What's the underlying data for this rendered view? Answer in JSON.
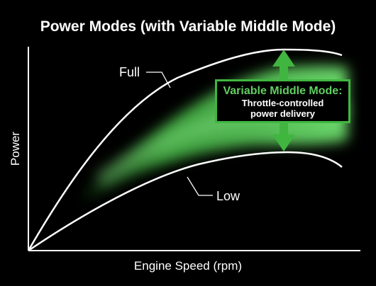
{
  "chart_data": {
    "type": "line",
    "title": "Power Modes (with Variable Middle Mode)",
    "xlabel": "Engine Speed (rpm)",
    "ylabel": "Power",
    "grid": false,
    "series": [
      {
        "name": "Full",
        "color": "#ffffff"
      },
      {
        "name": "Low",
        "color": "#ffffff"
      }
    ],
    "band": {
      "name": "Variable Middle Mode",
      "color": "#3fbf3f"
    },
    "annotation": {
      "title": "Variable Middle Mode:",
      "lines": [
        "Throttle-controlled",
        "power delivery"
      ],
      "color": "#40b640"
    }
  }
}
